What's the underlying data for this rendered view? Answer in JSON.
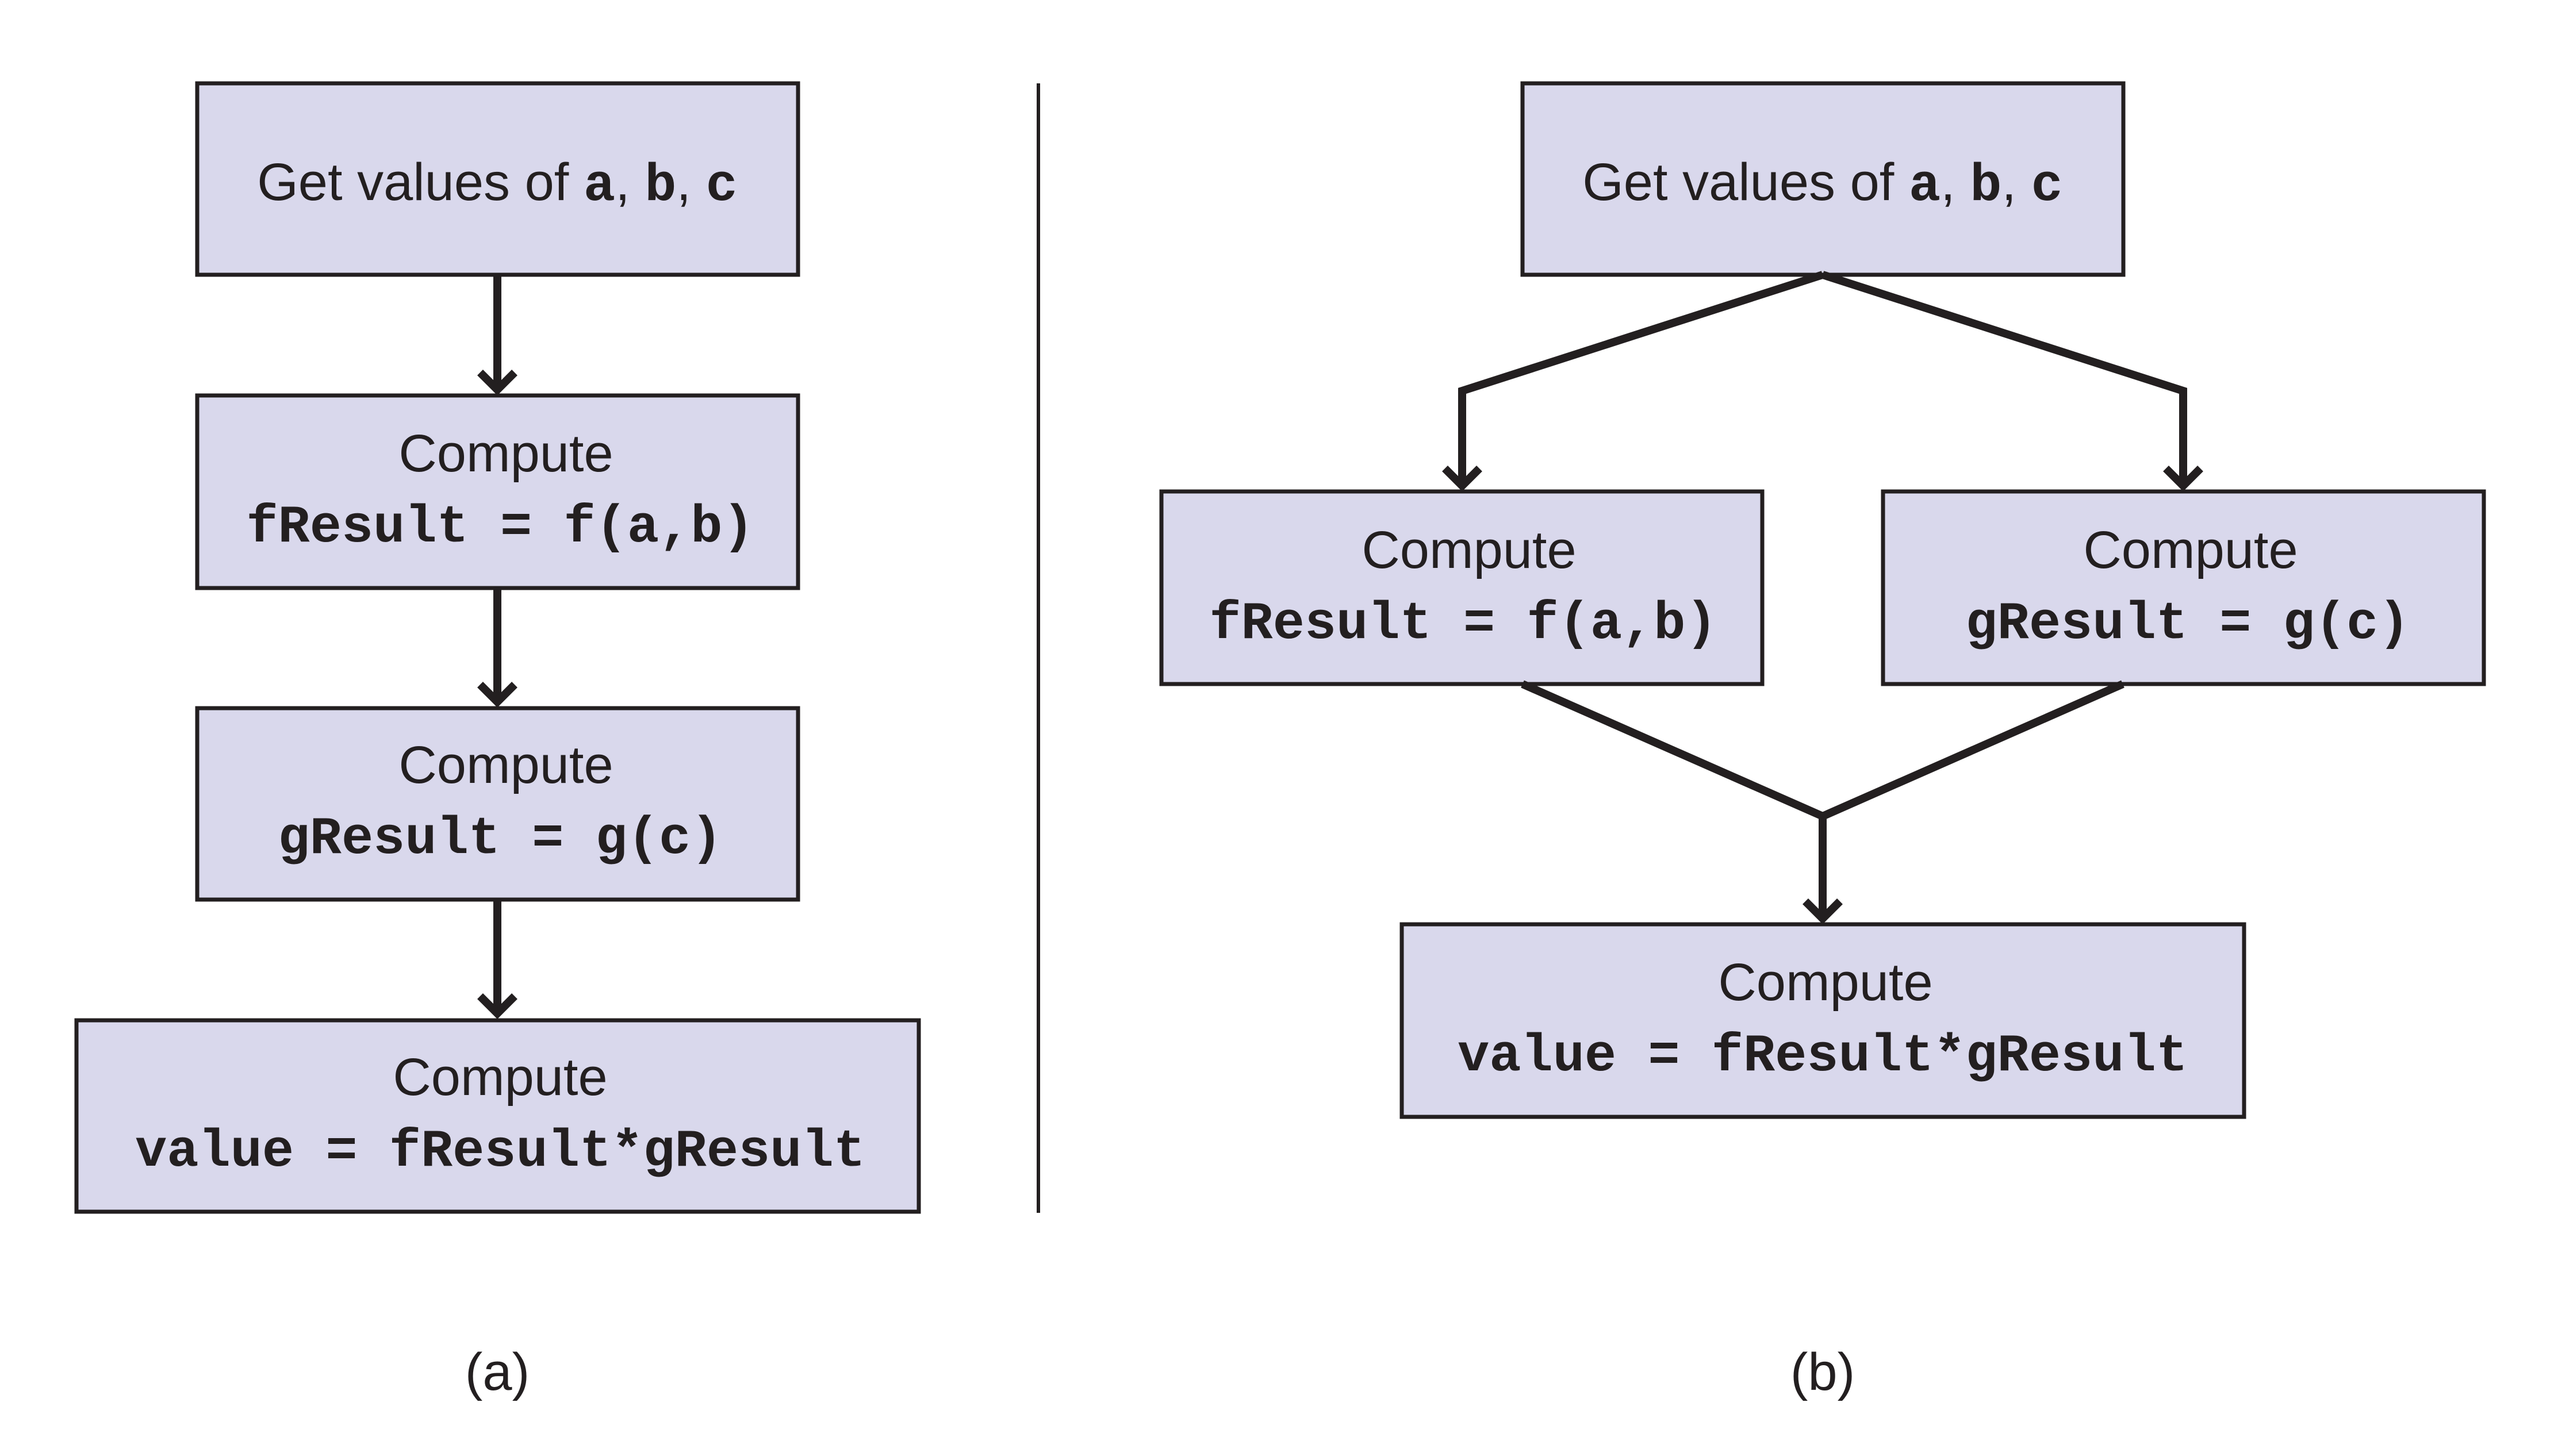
{
  "colors": {
    "box_fill": "#d9d8ec",
    "stroke": "#231f20",
    "background": "#ffffff"
  },
  "panel_a": {
    "caption": "(a)",
    "get_values": {
      "prefix": "Get values of ",
      "a": "a",
      "comma1": ", ",
      "b": "b",
      "comma2": ", ",
      "c": "c"
    },
    "compute_f": {
      "label": "Compute",
      "code": "fResult = f(a,b)"
    },
    "compute_g": {
      "label": "Compute",
      "code": "gResult = g(c)"
    },
    "compute_value": {
      "label": "Compute",
      "code": "value = fResult*gResult"
    }
  },
  "panel_b": {
    "caption": "(b)",
    "get_values": {
      "prefix": "Get values of ",
      "a": "a",
      "comma1": ", ",
      "b": "b",
      "comma2": ", ",
      "c": "c"
    },
    "compute_f": {
      "label": "Compute",
      "code": "fResult = f(a,b)"
    },
    "compute_g": {
      "label": "Compute",
      "code": "gResult = g(c)"
    },
    "compute_value": {
      "label": "Compute",
      "code": "value = fResult*gResult"
    }
  }
}
